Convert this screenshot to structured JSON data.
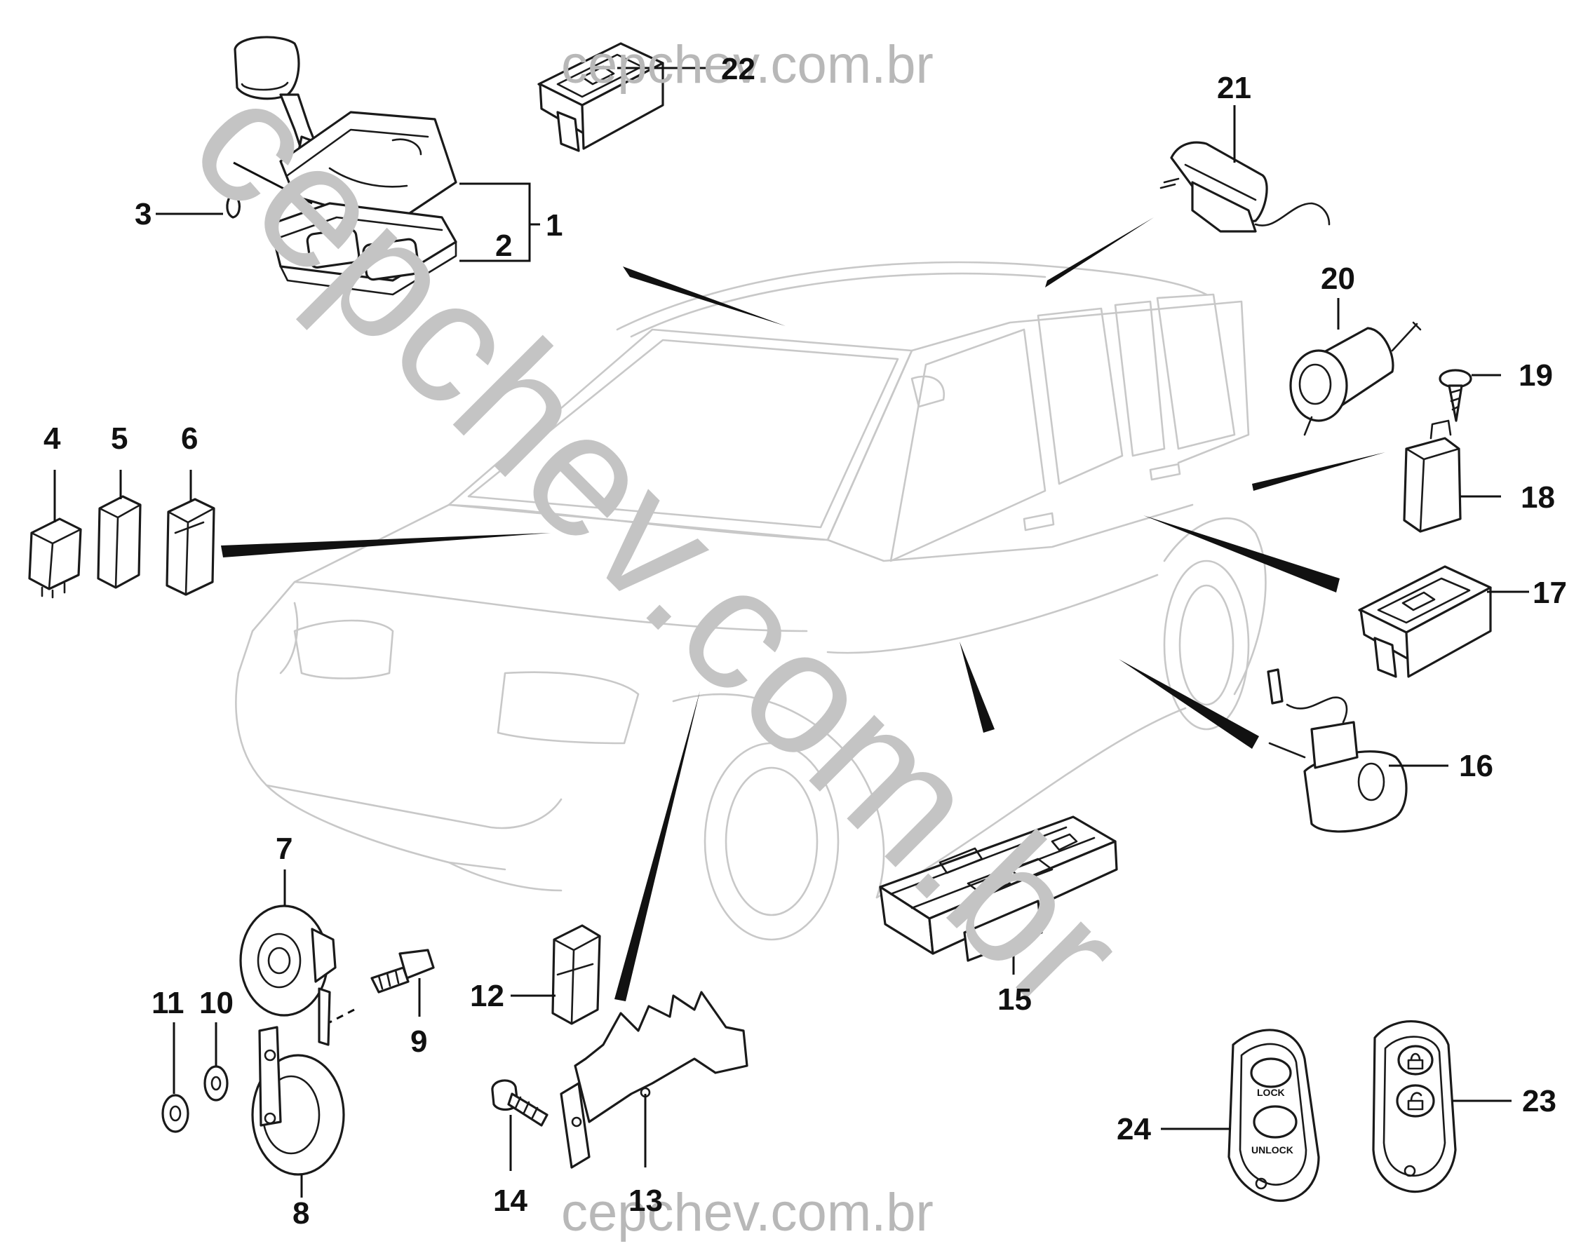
{
  "watermark": {
    "top": "cepchev.com.br",
    "bottom": "cepchev.com.br",
    "diagonal": "cepchev.com.br"
  },
  "callouts": [
    "1",
    "2",
    "3",
    "4",
    "5",
    "6",
    "7",
    "8",
    "9",
    "10",
    "11",
    "12",
    "13",
    "14",
    "15",
    "16",
    "17",
    "18",
    "19",
    "20",
    "21",
    "22",
    "23",
    "24"
  ],
  "remote_buttons": {
    "lock": "LOCK",
    "unlock": "UNLOCK"
  }
}
